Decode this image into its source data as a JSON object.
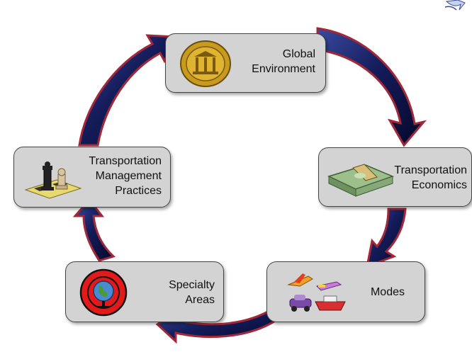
{
  "diagram": {
    "nodes": [
      {
        "id": "global",
        "lines": [
          "Global",
          "Environment"
        ],
        "icon": "seal-icon"
      },
      {
        "id": "econ",
        "lines": [
          "Transportation",
          "Economics"
        ],
        "icon": "money-stack-icon"
      },
      {
        "id": "modes",
        "lines": [
          "Modes"
        ],
        "icon": "vehicles-icon"
      },
      {
        "id": "specialty",
        "lines": [
          "Specialty",
          "Areas"
        ],
        "icon": "globe-icon"
      },
      {
        "id": "practices",
        "lines": [
          "Transportation",
          "Management",
          "Practices"
        ],
        "icon": "chess-pieces-icon"
      }
    ],
    "colors": {
      "arrow_dark": "#0a0f3a",
      "arrow_mid": "#22307a",
      "arrow_edge": "#b02a3a",
      "node_fill": "#d3d3d3"
    }
  }
}
